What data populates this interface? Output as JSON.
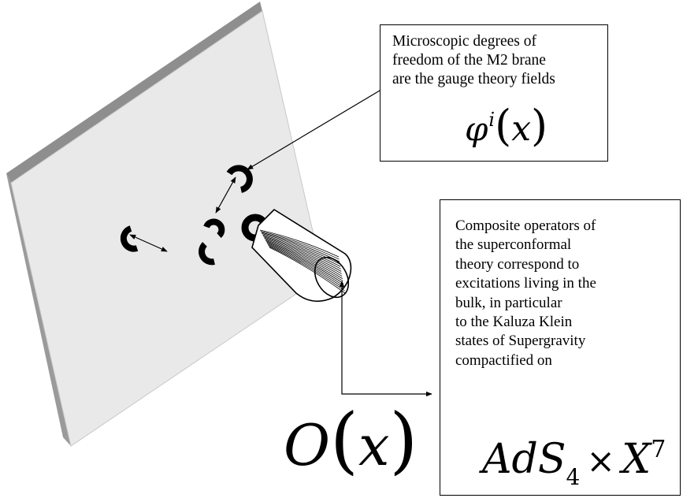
{
  "top_label": {
    "lines": [
      "Microscopic degrees of",
      "freedom of the M2 brane",
      "are  the gauge theory fields"
    ],
    "formula": {
      "symbol": "φ",
      "index": "i",
      "open": "(",
      "argument": "x",
      "close": ")"
    }
  },
  "bottom_label": {
    "lines": [
      "Composite operators of",
      "the superconformal",
      "theory correspond to",
      "excitations living in the",
      "bulk, in particular",
      "to the Kaluza Klein",
      "states of Supergravity",
      "compactified on"
    ],
    "formula": {
      "a": "AdS",
      "sub": "4",
      "times": "×",
      "x": "X",
      "sup": "7"
    }
  },
  "operator_label": {
    "symbol": "O",
    "open": "(",
    "argument": "x",
    "close": ")"
  },
  "colors": {
    "brane_fill": "#e9e9e9",
    "brane_edge": "#9a9a9a",
    "ink": "#000000"
  }
}
